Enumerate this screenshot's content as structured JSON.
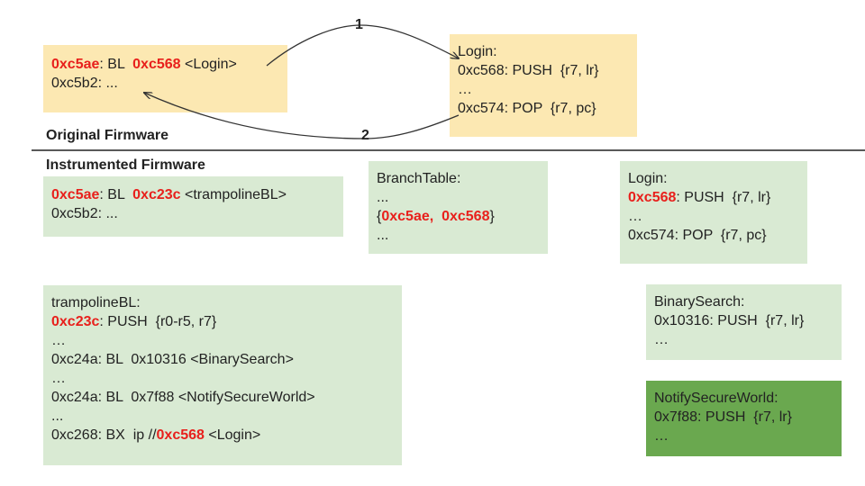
{
  "original": {
    "label": "Original Firmware",
    "caller_box": {
      "lines": [
        [
          {
            "t": "0xc5ae",
            "hl": true
          },
          {
            "t": ": BL  "
          },
          {
            "t": "0xc568",
            "hl": true
          },
          {
            "t": " <Login>"
          }
        ],
        [
          {
            "t": "0xc5b2: ..."
          }
        ]
      ]
    },
    "login_box": {
      "lines": [
        [
          {
            "t": "Login:"
          }
        ],
        [
          {
            "t": "0xc568: PUSH  {r7, lr}"
          }
        ],
        [
          {
            "t": "…"
          }
        ],
        [
          {
            "t": "0xc574: POP  {r7, pc}"
          }
        ]
      ]
    },
    "arrow_call_label": "1",
    "arrow_return_label": "2"
  },
  "instrumented": {
    "label": "Instrumented Firmware",
    "caller_box": {
      "lines": [
        [
          {
            "t": "0xc5ae",
            "hl": true
          },
          {
            "t": ": BL  "
          },
          {
            "t": "0xc23c",
            "hl": true
          },
          {
            "t": " <trampolineBL>"
          }
        ],
        [
          {
            "t": "0xc5b2: ..."
          }
        ]
      ]
    },
    "branch_table_box": {
      "lines": [
        [
          {
            "t": "BranchTable:"
          }
        ],
        [
          {
            "t": "..."
          }
        ],
        [
          {
            "t": "{"
          },
          {
            "t": "0xc5ae,  0xc568",
            "hl": true
          },
          {
            "t": "}"
          }
        ],
        [
          {
            "t": "..."
          }
        ]
      ]
    },
    "login_box": {
      "lines": [
        [
          {
            "t": "Login:"
          }
        ],
        [
          {
            "t": "0xc568",
            "hl": true
          },
          {
            "t": ": PUSH  {r7, lr}"
          }
        ],
        [
          {
            "t": "…"
          }
        ],
        [
          {
            "t": "0xc574: POP  {r7, pc}"
          }
        ]
      ]
    },
    "trampoline_box": {
      "lines": [
        [
          {
            "t": "trampolineBL:"
          }
        ],
        [
          {
            "t": "0xc23c",
            "hl": true
          },
          {
            "t": ": PUSH  {r0-r5, r7}"
          }
        ],
        [
          {
            "t": "…"
          }
        ],
        [
          {
            "t": "0xc24a: BL  0x10316 <BinarySearch>"
          }
        ],
        [
          {
            "t": "…"
          }
        ],
        [
          {
            "t": "0xc24a: BL  0x7f88 <NotifySecureWorld>"
          }
        ],
        [
          {
            "t": "..."
          }
        ],
        [
          {
            "t": "0xc268: BX  ip //"
          },
          {
            "t": "0xc568",
            "hl": true
          },
          {
            "t": " <Login>"
          }
        ]
      ]
    },
    "binary_search_box": {
      "lines": [
        [
          {
            "t": "BinarySearch:"
          }
        ],
        [
          {
            "t": "0x10316: PUSH  {r7, lr}"
          }
        ],
        [
          {
            "t": "…"
          }
        ]
      ]
    },
    "notify_box": {
      "lines": [
        [
          {
            "t": "NotifySecureWorld:"
          }
        ],
        [
          {
            "t": "0x7f88: PUSH  {r7, lr}"
          }
        ],
        [
          {
            "t": "…"
          }
        ]
      ]
    }
  },
  "colors": {
    "box_original": "#fce8b2",
    "box_instrumented": "#d9ead3",
    "box_highlight": "#6aa84f",
    "address_highlight": "#e8201c"
  }
}
